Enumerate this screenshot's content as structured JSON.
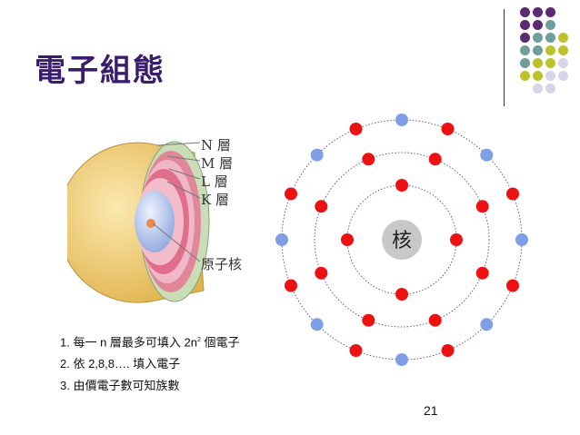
{
  "slide": {
    "title": "電子組態",
    "page_number": "21"
  },
  "shell_diagram": {
    "layer_labels": [
      "N 層",
      "M 層",
      "L 層",
      "K 層"
    ],
    "nucleus_label": "原子核"
  },
  "orbit_diagram": {
    "nucleus_label": "核",
    "electron_color": "#ee1111",
    "outer_electron_color": "#7e9ee6"
  },
  "notes": {
    "item1_prefix": "1. 每一 n 層最多可填入 2n",
    "item1_sup": "2",
    "item1_suffix": " 個電子",
    "item2": "2. 依 2,8,8…. 填入電子",
    "item3": "3.  由價電子數可知族數"
  },
  "decor_colors": {
    "purple": "#5b2a72",
    "teal": "#6f9e9c",
    "olive": "#bcc22c",
    "lavender": "#d8d4e8"
  }
}
